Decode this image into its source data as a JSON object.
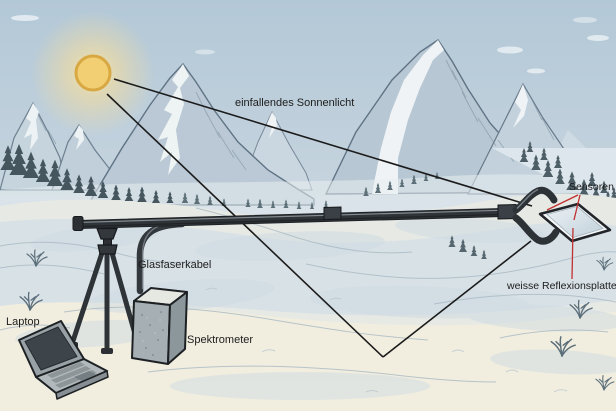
{
  "labels": {
    "sunlight": "einfallendes Sonnenlicht",
    "sensors": "Sensoren",
    "reflection_plate": "weisse Reflexionsplatte",
    "fiber_cable": "Glasfaserkabel",
    "spectrometer": "Spektrometer",
    "laptop": "Laptop"
  },
  "colors": {
    "annotation_red": "#c13030",
    "ray_black": "#1b1b1b",
    "sun_fill": "#f3cf74",
    "sun_ring": "#d8a842",
    "sky_blue": "#bccfdc",
    "snow_cream": "#f1eee0"
  }
}
